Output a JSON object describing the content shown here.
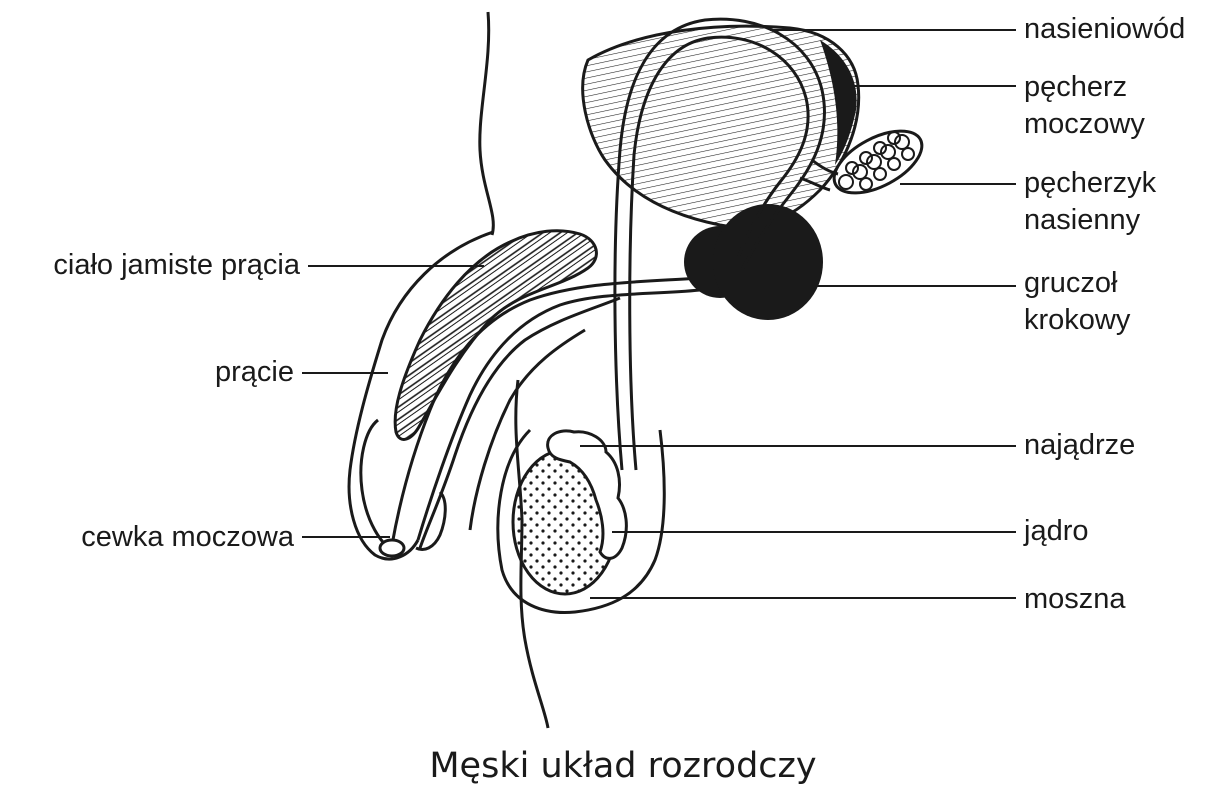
{
  "title": "Męski układ rozrodczy",
  "labels": {
    "nasieniowod": "nasieniowód",
    "pecherz_line1": "pęcherz",
    "pecherz_line2": "moczowy",
    "pecherzyk_line1": "pęcherzyk",
    "pecherzyk_line2": "nasienny",
    "gruczol_line1": "gruczoł",
    "gruczol_line2": "krokowy",
    "najadrze": "najądrze",
    "jadro": "jądro",
    "moszna": "moszna",
    "cialo_jamiste": "ciało jamiste prącia",
    "pracie": "prącie",
    "cewka": "cewka moczowa"
  },
  "colors": {
    "ink": "#1a1a1a",
    "background": "#ffffff"
  }
}
